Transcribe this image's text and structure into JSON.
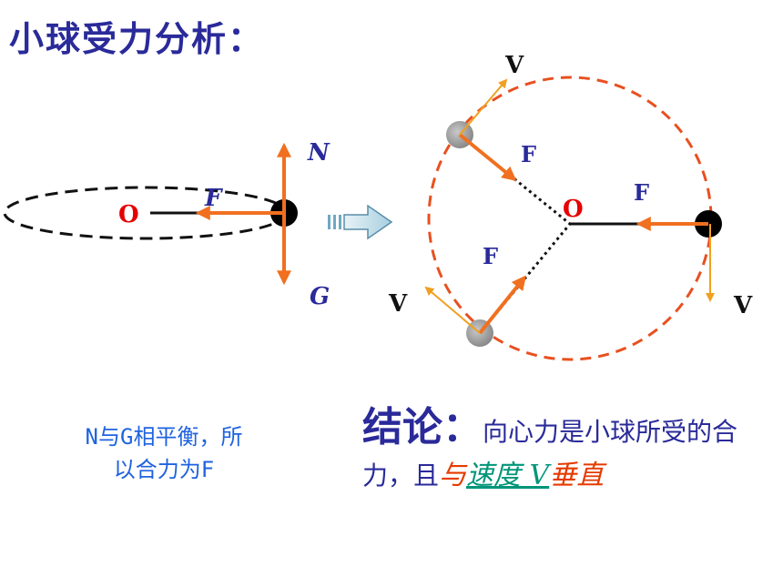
{
  "title": "小球受力分析：",
  "left_diagram": {
    "center_label": "O",
    "force_label": "F",
    "normal_label": "N",
    "gravity_label": "G"
  },
  "right_diagram": {
    "center_label": "O",
    "velocity_top": "V",
    "velocity_left": "V",
    "velocity_right": "V",
    "force_top": "F",
    "force_right": "F",
    "force_bottom": "F"
  },
  "note": {
    "line1": "N与G相平衡，所",
    "line2": "以合力为F"
  },
  "conclusion": {
    "head": "结论：",
    "text1": "向心力是小球所受的合力，且",
    "red1": "与",
    "green": "速度 V",
    "red2": "垂直"
  },
  "colors": {
    "title": "#2a2a9a",
    "force_arrow": "#f07020",
    "velocity_arrow": "#f0a020",
    "orbit": "#e85020",
    "center_label": "#e60000",
    "note": "#1f63e0"
  }
}
